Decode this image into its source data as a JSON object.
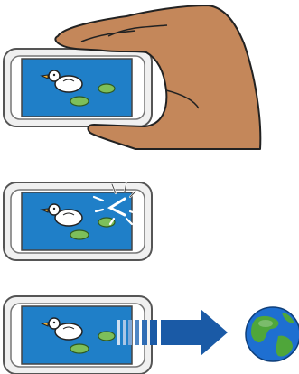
{
  "figure": {
    "title": "",
    "steps": [
      {
        "id": "step1",
        "description": ""
      },
      {
        "id": "step2",
        "description": ""
      },
      {
        "id": "step3",
        "description": ""
      }
    ]
  },
  "colors": {
    "phone_shell": "#f0f0f0",
    "phone_outline": "#555555",
    "screen_blue": "#1f7fc8",
    "duck_white": "#ffffff",
    "duck_beak": "#f2b233",
    "lily_pad": "#7dbf5a",
    "hand_skin": "#c4875a",
    "hand_outline": "#222222",
    "arrow_blue": "#1a5aa6",
    "globe_ocean": "#1e6fd1",
    "globe_land": "#4fa63a"
  },
  "icons": {
    "phone": "phone-icon",
    "hand": "hand-icon",
    "shutter": "camera-shutter-flash-icon",
    "upload_arrow": "upload-arrow-icon",
    "globe": "globe-icon"
  }
}
